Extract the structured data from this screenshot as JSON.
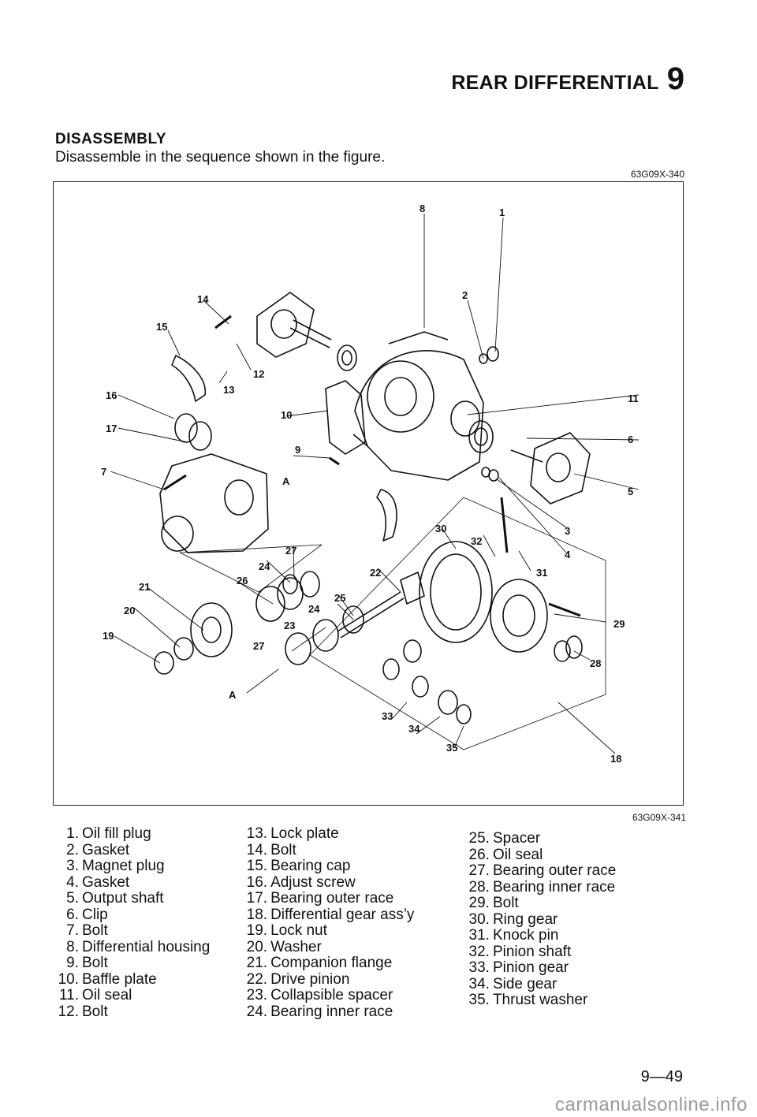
{
  "header": {
    "section_title": "REAR DIFFERENTIAL",
    "chapter_number": "9"
  },
  "section": {
    "heading": "DISASSEMBLY",
    "instructions": "Disassemble in the sequence shown in the figure."
  },
  "figure": {
    "code_top": "63G09X-340",
    "code_bottom": "63G09X-341",
    "callouts": [
      "1",
      "2",
      "3",
      "4",
      "5",
      "6",
      "7",
      "8",
      "9",
      "10",
      "11",
      "12",
      "13",
      "14",
      "15",
      "16",
      "17",
      "18",
      "19",
      "20",
      "21",
      "22",
      "23",
      "24",
      "25",
      "26",
      "27",
      "28",
      "29",
      "30",
      "31",
      "32",
      "33",
      "34",
      "35",
      "A"
    ]
  },
  "parts": [
    {
      "num": "1.",
      "name": "Oil fill plug"
    },
    {
      "num": "2.",
      "name": "Gasket"
    },
    {
      "num": "3.",
      "name": "Magnet plug"
    },
    {
      "num": "4.",
      "name": "Gasket"
    },
    {
      "num": "5.",
      "name": "Output shaft"
    },
    {
      "num": "6.",
      "name": "Clip"
    },
    {
      "num": "7.",
      "name": "Bolt"
    },
    {
      "num": "8.",
      "name": "Differential housing"
    },
    {
      "num": "9.",
      "name": "Bolt"
    },
    {
      "num": "10.",
      "name": "Baffle plate"
    },
    {
      "num": "11.",
      "name": "Oil seal"
    },
    {
      "num": "12.",
      "name": "Bolt"
    },
    {
      "num": "13.",
      "name": "Lock plate"
    },
    {
      "num": "14.",
      "name": "Bolt"
    },
    {
      "num": "15.",
      "name": "Bearing cap"
    },
    {
      "num": "16.",
      "name": "Adjust screw"
    },
    {
      "num": "17.",
      "name": "Bearing outer race"
    },
    {
      "num": "18.",
      "name": "Differential gear ass’y"
    },
    {
      "num": "19.",
      "name": "Lock nut"
    },
    {
      "num": "20.",
      "name": "Washer"
    },
    {
      "num": "21.",
      "name": "Companion flange"
    },
    {
      "num": "22.",
      "name": "Drive pinion"
    },
    {
      "num": "23.",
      "name": "Collapsible spacer"
    },
    {
      "num": "24.",
      "name": "Bearing inner race"
    },
    {
      "num": "25.",
      "name": "Spacer"
    },
    {
      "num": "26.",
      "name": "Oil seal"
    },
    {
      "num": "27.",
      "name": "Bearing outer race"
    },
    {
      "num": "28.",
      "name": "Bearing inner race"
    },
    {
      "num": "29.",
      "name": "Bolt"
    },
    {
      "num": "30.",
      "name": "Ring gear"
    },
    {
      "num": "31.",
      "name": "Knock pin"
    },
    {
      "num": "32.",
      "name": "Pinion shaft"
    },
    {
      "num": "33.",
      "name": "Pinion gear"
    },
    {
      "num": "34.",
      "name": "Side gear"
    },
    {
      "num": "35.",
      "name": "Thrust washer"
    }
  ],
  "footer": {
    "page_number": "9—49",
    "watermark": "carmanualsonline.info"
  }
}
